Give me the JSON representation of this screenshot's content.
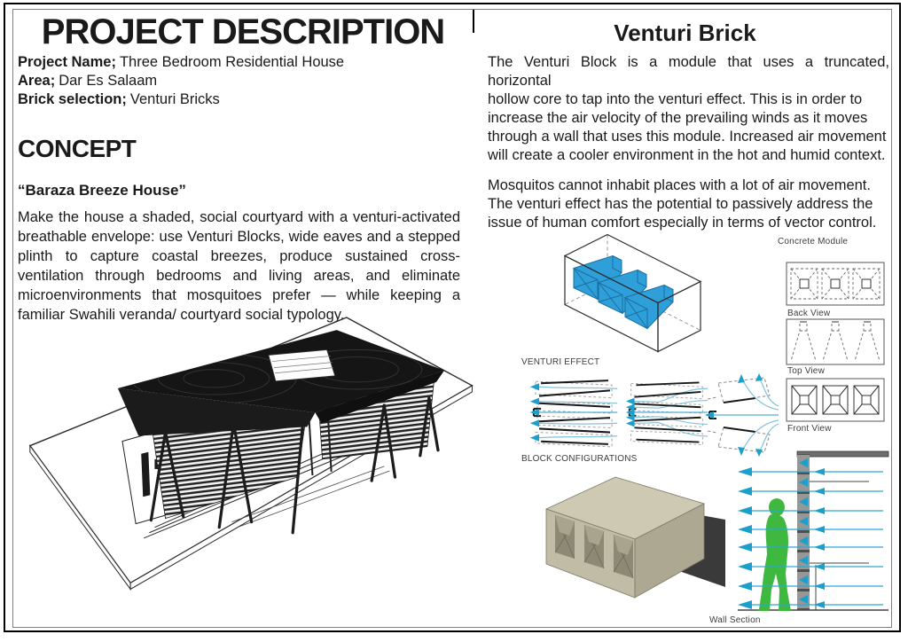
{
  "page": {
    "left": {
      "title": "PROJECT DESCRIPTION",
      "fields": [
        {
          "label": "Project Name;",
          "value": "Three Bedroom Residential House"
        },
        {
          "label": "Area;",
          "value": "Dar Es Salaam"
        },
        {
          "label": "Brick selection;",
          "value": "Venturi Bricks"
        }
      ],
      "concept_heading": "CONCEPT",
      "concept_subtitle": "“Baraza Breeze House”",
      "concept_paragraph": "Make the house a shaded, social courtyard with a venturi-activated breathable envelope: use Venturi Blocks, wide eaves and a stepped plinth to capture coastal breezes, produce sustained cross-ventilation through bedrooms and living areas, and eliminate microenvironments that mosquitoes prefer — while keeping a familiar Swahili veranda/ courtyard social typology."
    },
    "right": {
      "title": "Venturi Brick",
      "paragraph1_line1": "The Venturi Block is a module that uses a truncated,",
      "paragraph1_line2": "horizontal",
      "paragraph1_rest": "hollow core to tap into the venturi effect. This is in order to increase the air velocity of the prevailing winds as it moves through a wall that uses this module. Increased air movement will create a cooler environment in the hot and humid context.",
      "paragraph2": "Mosquitos cannot inhabit places with a lot of air movement. The venturi effect has the potential to passively address the issue of human comfort especially in terms of vector control.",
      "labels": {
        "concrete_module": "Concrete Module",
        "back_view": "Back View",
        "top_view": "Top View",
        "front_view": "Front View",
        "venturi_effect": "VENTURI EFFECT",
        "block_configurations": "BLOCK CONFIGURATIONS",
        "wall_section": "Wall Section"
      }
    },
    "colors": {
      "module_blue": "#2E9FD8",
      "arrow_blue": "#1D9FCB",
      "streamline_blue": "#85C2DC",
      "figure_green": "#3FB83F",
      "block_beige": "#C1BCA5",
      "shadow_dark": "#3A3A3A"
    }
  }
}
